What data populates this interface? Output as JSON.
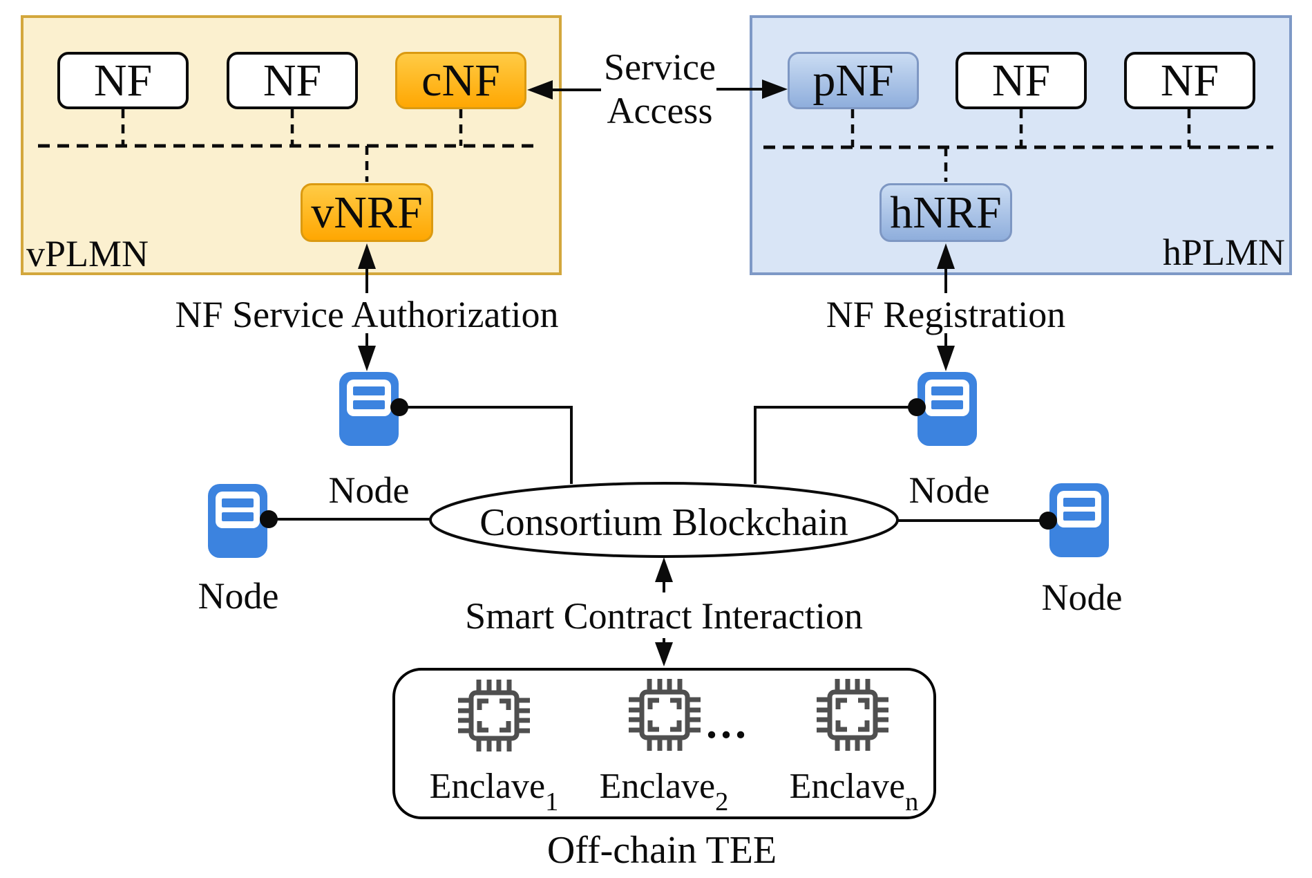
{
  "vplmn": {
    "label": "vPLMN",
    "nfs": [
      "NF",
      "NF",
      "cNF"
    ],
    "nrf": "vNRF"
  },
  "hplmn": {
    "label": "hPLMN",
    "nfs": [
      "pNF",
      "NF",
      "NF"
    ],
    "nrf": "hNRF"
  },
  "flows": {
    "service_access_line1": "Service",
    "service_access_line2": "Access",
    "nf_service_authorization": "NF Service Authorization",
    "nf_registration": "NF Registration",
    "smart_contract_interaction": "Smart Contract Interaction"
  },
  "blockchain": {
    "label": "Consortium Blockchain",
    "node_label": "Node"
  },
  "tee": {
    "label": "Off-chain TEE",
    "ellipsis": "...",
    "enclaves": [
      {
        "base": "Enclave",
        "sub": "1"
      },
      {
        "base": "Enclave",
        "sub": "2"
      },
      {
        "base": "Enclave",
        "sub": "n"
      }
    ]
  },
  "colors": {
    "vplmn_fill": "#FBF0CF",
    "vplmn_border": "#D3A73C",
    "orange_box_top": "#FFCB45",
    "orange_box_bottom": "#FFA702",
    "hplmn_fill": "#D9E5F6",
    "hplmn_border": "#7E99C6",
    "blue_box_top": "#CADCF3",
    "blue_box_bottom": "#8FAEDC",
    "node_blue": "#3C83DF",
    "chip_gray": "#4F4F4F",
    "line_black": "#0b0b0b"
  }
}
